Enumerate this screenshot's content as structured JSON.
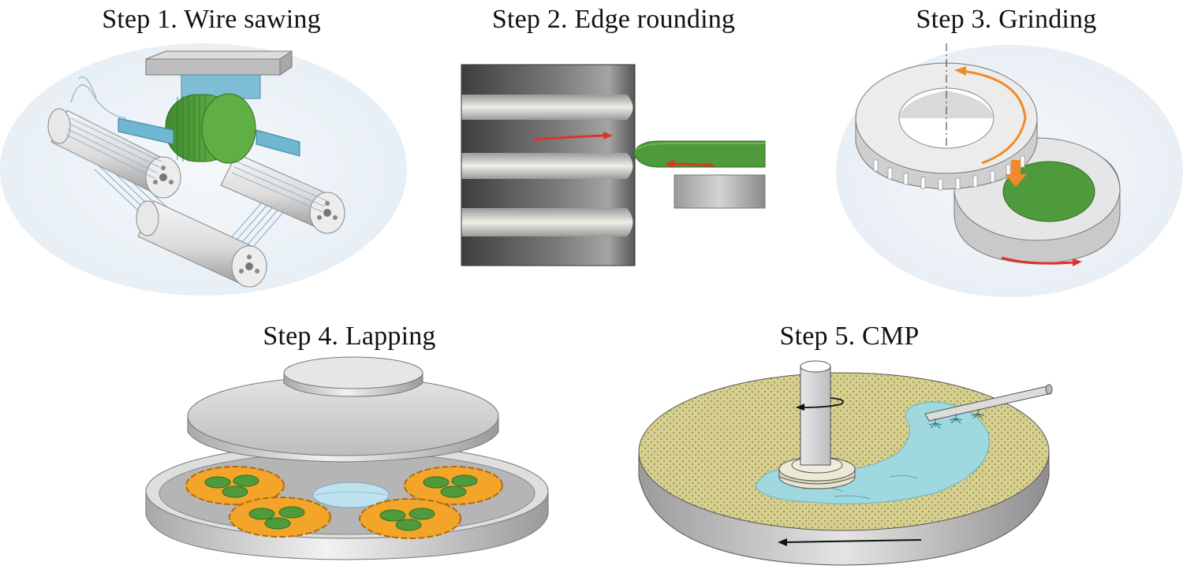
{
  "steps": [
    {
      "id": 1,
      "title": "Step 1. Wire sawing"
    },
    {
      "id": 2,
      "title": "Step 2. Edge rounding"
    },
    {
      "id": 3,
      "title": "Step 3. Grinding"
    },
    {
      "id": 4,
      "title": "Step 4. Lapping"
    },
    {
      "id": 5,
      "title": "Step 5. CMP"
    }
  ],
  "colors": {
    "wafer_green": "#4e9a3c",
    "metal_grey": "#cfcfcf",
    "bracket_blue": "#6fb7d0",
    "arrow_red": "#e0312a",
    "arrow_orange": "#f08a2a",
    "carrier_orange": "#f2a528",
    "slurry_blue": "#9fd8df",
    "pad_yellow": "#d6cf8e"
  }
}
